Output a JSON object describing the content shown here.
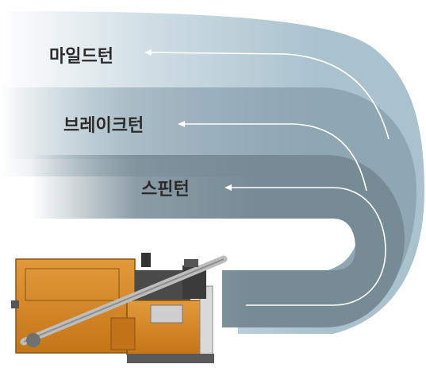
{
  "turn_types": [
    {
      "id": "mild",
      "label": "마일드턴"
    },
    {
      "id": "brake",
      "label": "브레이크턴"
    },
    {
      "id": "spin",
      "label": "스핀턴"
    }
  ],
  "colors": {
    "outer_band": "#a9c2ce",
    "middle_band": "#8fa6b3",
    "inner_band": "#778b96",
    "path_line": "#ffffff",
    "label_text": "#2b2b2b",
    "machine_body": "#d88a2a"
  },
  "icons": [
    "combine-harvester"
  ]
}
